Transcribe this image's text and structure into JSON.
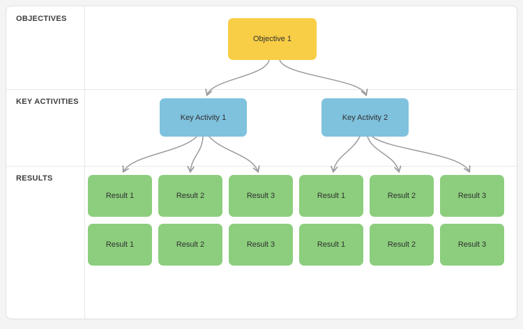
{
  "diagram": {
    "rows": [
      {
        "label": "OBJECTIVES"
      },
      {
        "label": "KEY ACTIVITIES"
      },
      {
        "label": "RESULTS"
      }
    ],
    "objective": {
      "label": "Objective 1"
    },
    "key_activities": [
      {
        "label": "Key Activity 1"
      },
      {
        "label": "Key Activity 2"
      }
    ],
    "results": {
      "row1": [
        {
          "label": "Result 1"
        },
        {
          "label": "Result 2"
        },
        {
          "label": "Result 3"
        },
        {
          "label": "Result 1"
        },
        {
          "label": "Result 2"
        },
        {
          "label": "Result 3"
        }
      ],
      "row2": [
        {
          "label": "Result 1"
        },
        {
          "label": "Result 2"
        },
        {
          "label": "Result 3"
        },
        {
          "label": "Result 1"
        },
        {
          "label": "Result 2"
        },
        {
          "label": "Result 3"
        }
      ]
    },
    "colors": {
      "objective_fill": "#f8ce46",
      "key_activity_fill": "#7fc2de",
      "result_fill": "#8cce7d",
      "connector_stroke": "#9a9a9a",
      "divider": "#e9e9e9"
    }
  }
}
